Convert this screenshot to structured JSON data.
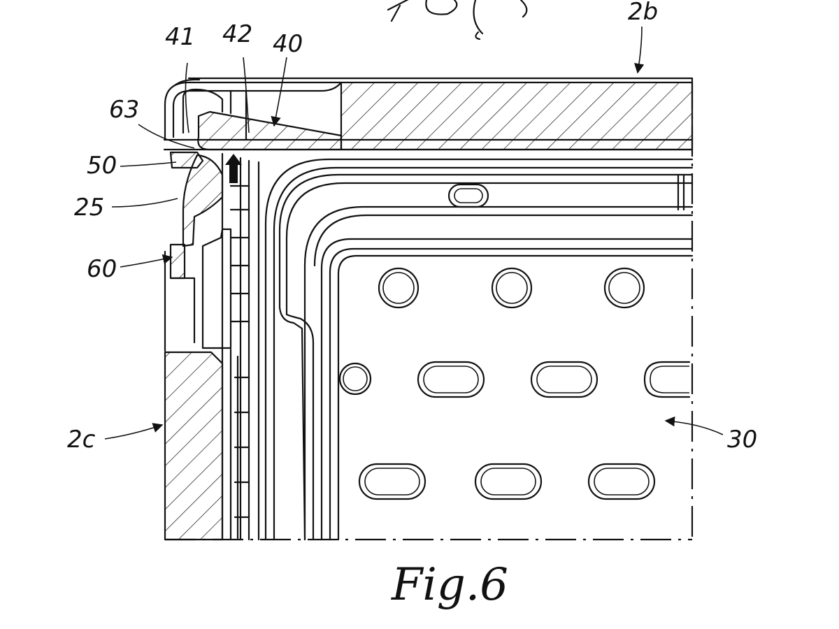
{
  "figure": {
    "caption_bottom": "Fig.6"
  },
  "labels": {
    "l41": "41",
    "l42": "42",
    "l40": "40",
    "l2b": "2b",
    "l63": "63",
    "l50": "50",
    "l25": "25",
    "l60": "60",
    "l2c": "2c",
    "l30": "30"
  }
}
